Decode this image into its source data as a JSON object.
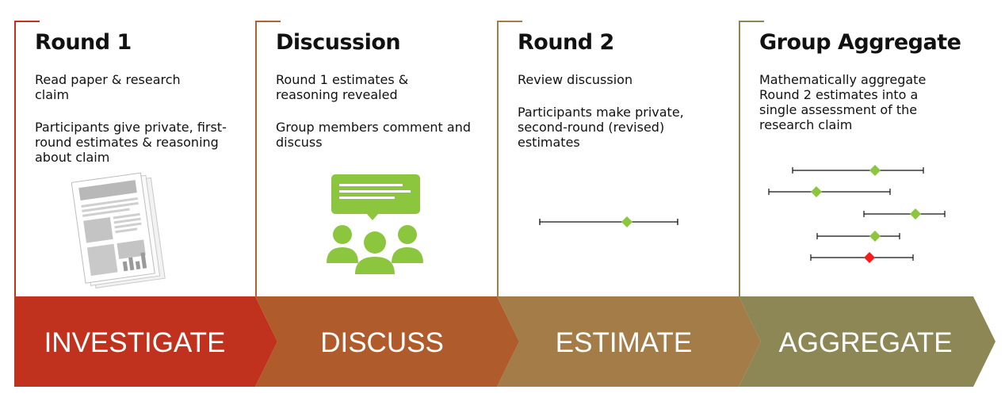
{
  "stages": [
    {
      "title": "Round 1",
      "paragraphs": [
        "Read paper & research claim",
        "Participants give private, first-round estimates & reasoning about claim"
      ],
      "banner": "INVESTIGATE",
      "color": "#c0321e",
      "bracket_color": "#c0321e",
      "icon": "newspaper-icon"
    },
    {
      "title": "Discussion",
      "paragraphs": [
        "Round 1 estimates & reasoning revealed",
        "Group members comment and discuss"
      ],
      "banner": "DISCUSS",
      "color": "#b05b2c",
      "bracket_color": "#b0622f",
      "icon": "group-discussion-icon"
    },
    {
      "title": "Round 2",
      "paragraphs": [
        "Review discussion",
        "Participants make private, second-round (revised) estimates"
      ],
      "banner": "ESTIMATE",
      "color": "#a47c48",
      "bracket_color": "#a47c48",
      "icon": "estimate-interval-icon"
    },
    {
      "title": "Group Aggregate",
      "paragraphs": [
        "Mathematically aggregate Round 2 estimates into a single assessment of the research claim"
      ],
      "banner": "AGGREGATE",
      "color": "#8c8754",
      "bracket_color": "#8c8754",
      "icon": "aggregate-intervals-icon"
    }
  ],
  "colors": {
    "estimate_marker": "#8cc63f",
    "aggregate_marker": "#ff1a1a",
    "interval_line": "#111111"
  }
}
